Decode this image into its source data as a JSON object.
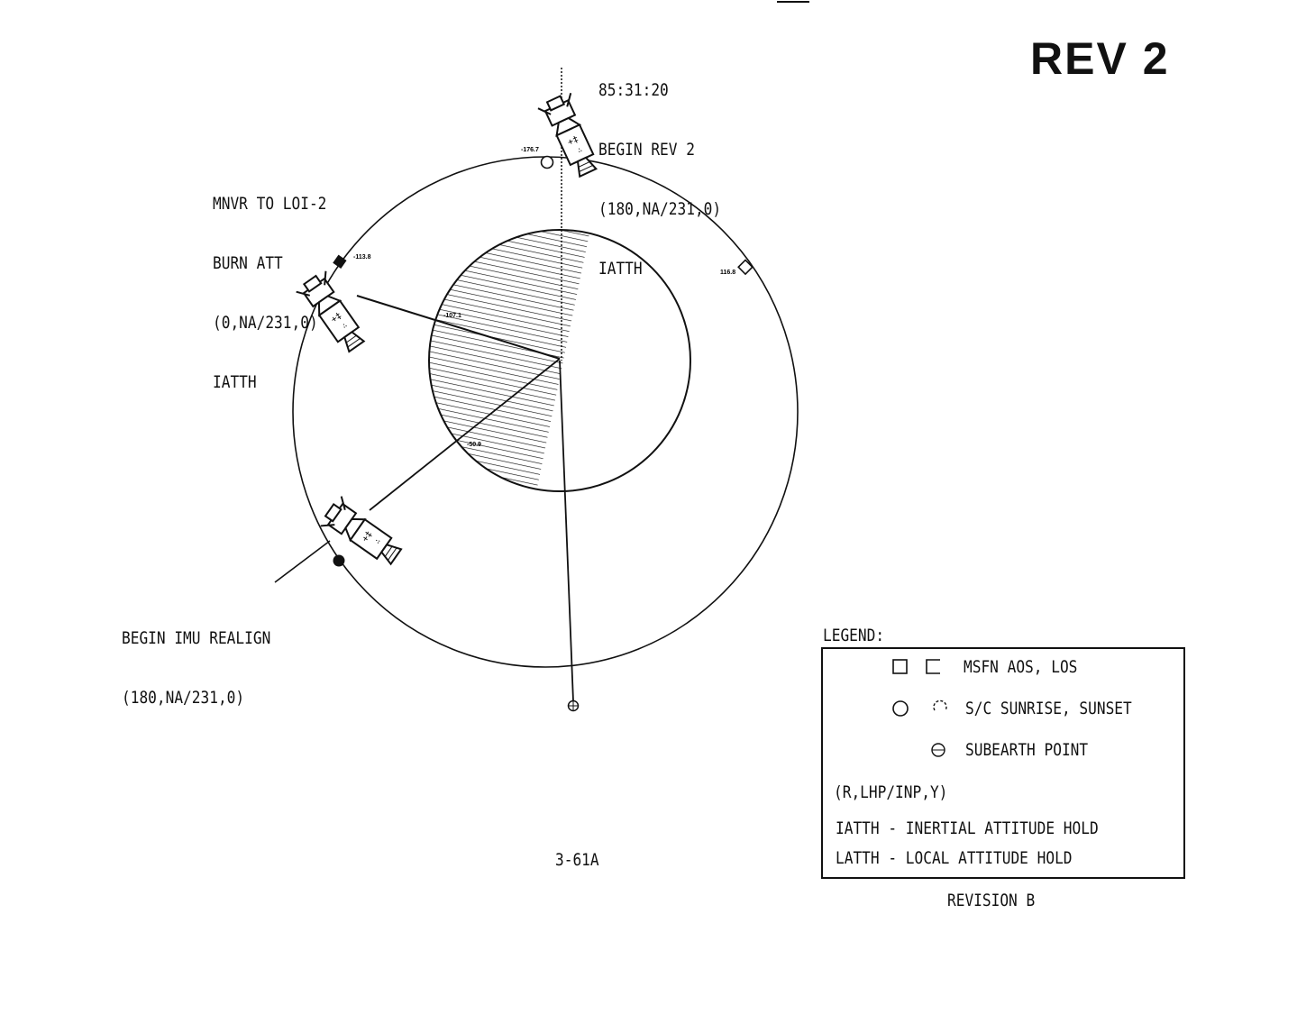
{
  "title": "REV 2",
  "labels": {
    "begin_rev": [
      "85:31:20",
      "BEGIN REV 2",
      "(180,NA/231,0)",
      "IATTH"
    ],
    "mnvr": [
      "MNVR TO LOI-2",
      "BURN ATT",
      "(0,NA/231,0)",
      "IATTH"
    ],
    "imu": [
      "BEGIN IMU REALIGN",
      "(180,NA/231,0)"
    ]
  },
  "markers": {
    "sunrise": "-176.7",
    "los": "-113.8",
    "aos": "116.8",
    "line1": "-107.1",
    "line2": "-50.9"
  },
  "legend": {
    "title": "LEGEND:",
    "msfn": "MSFN AOS, LOS",
    "sun": "S/C SUNRISE, SUNSET",
    "subearth": "SUBEARTH POINT",
    "format": "(R,LHP/INP,Y)",
    "iatth": "IATTH - INERTIAL ATTITUDE HOLD",
    "latth": "LATTH - LOCAL ATTITUDE HOLD"
  },
  "page_number": "3-61A",
  "revision": "REVISION B"
}
